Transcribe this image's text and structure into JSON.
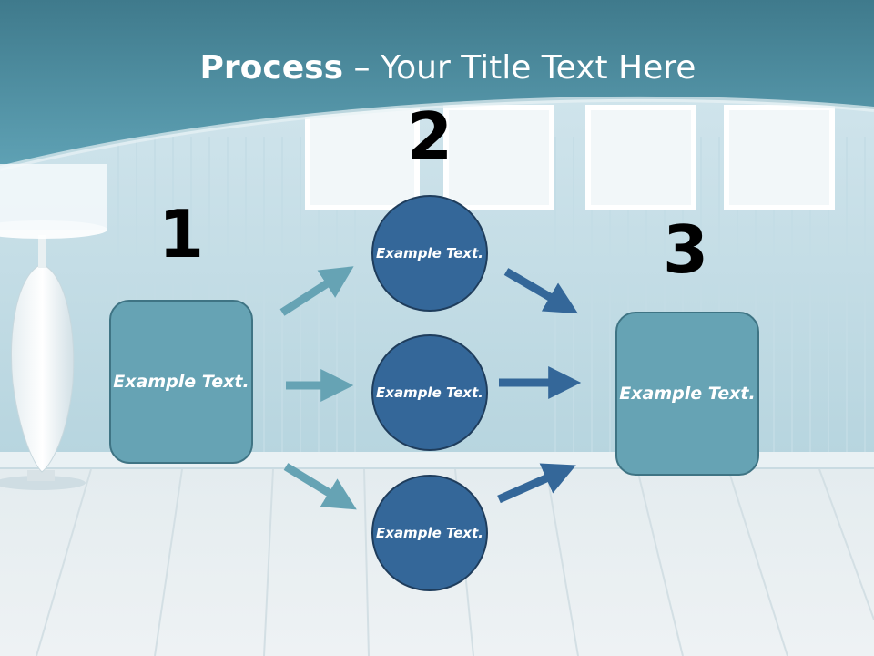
{
  "title": {
    "bold": "Process",
    "rest": " – Your Title Text Here"
  },
  "steps": [
    {
      "number": "1",
      "text": "Example Text."
    },
    {
      "number": "2"
    },
    {
      "number": "3",
      "text": "Example Text."
    }
  ],
  "circles": [
    {
      "text": "Example Text."
    },
    {
      "text": "Example Text."
    },
    {
      "text": "Example Text."
    }
  ],
  "colors": {
    "box_fill": "#66a3b4",
    "circle_fill": "#346799",
    "arrow_light": "#66a3b4",
    "arrow_dark": "#346799"
  }
}
